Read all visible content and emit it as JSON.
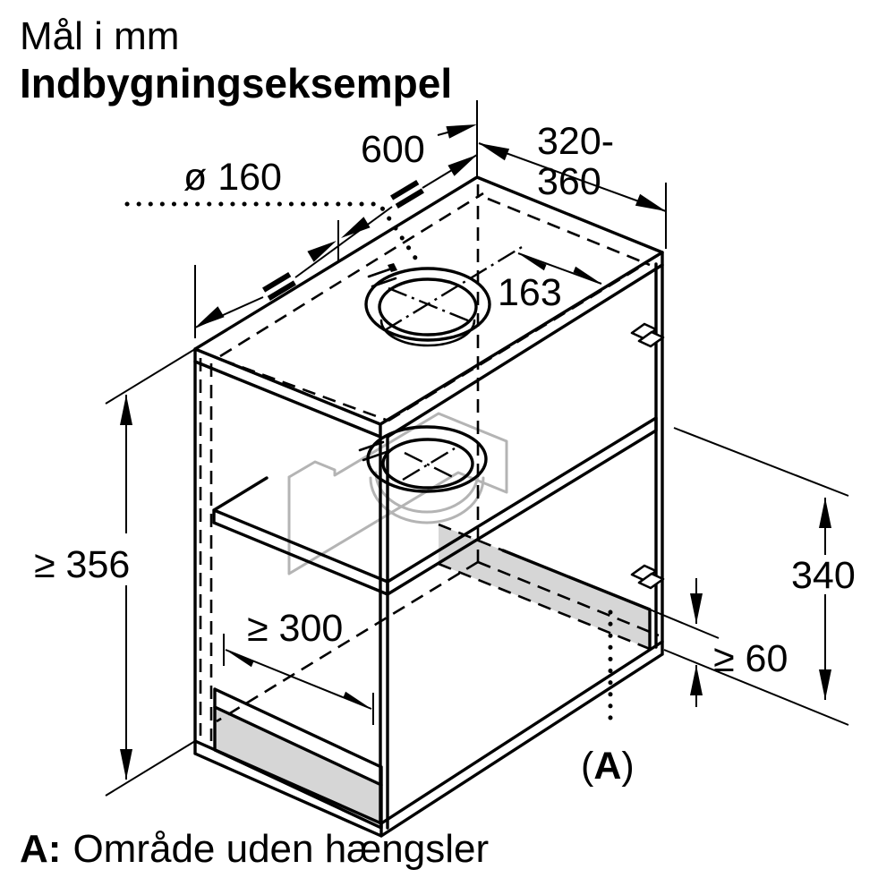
{
  "title": {
    "line1": "Mål i mm",
    "line2": "Indbygningseksempel"
  },
  "dimensions": {
    "duct_diameter": "ø 160",
    "cabinet_width": "600",
    "cabinet_depth_line1": "320-",
    "cabinet_depth_line2": "360",
    "duct_center_offset": "163",
    "min_niche_height": "≥ 356",
    "min_clearance_depth": "≥ 300",
    "door_area_height": "340",
    "min_hinge_free_height": "≥ 60",
    "area_ref_open": "(",
    "area_ref_letter": "A",
    "area_ref_close": ")"
  },
  "legend": {
    "label": "A:",
    "text": "Område uden hængsler"
  },
  "colors": {
    "line": "#000000",
    "hidden_part": "#b4b4b4",
    "area_fill": "#d6d6d6",
    "background": "#ffffff"
  }
}
